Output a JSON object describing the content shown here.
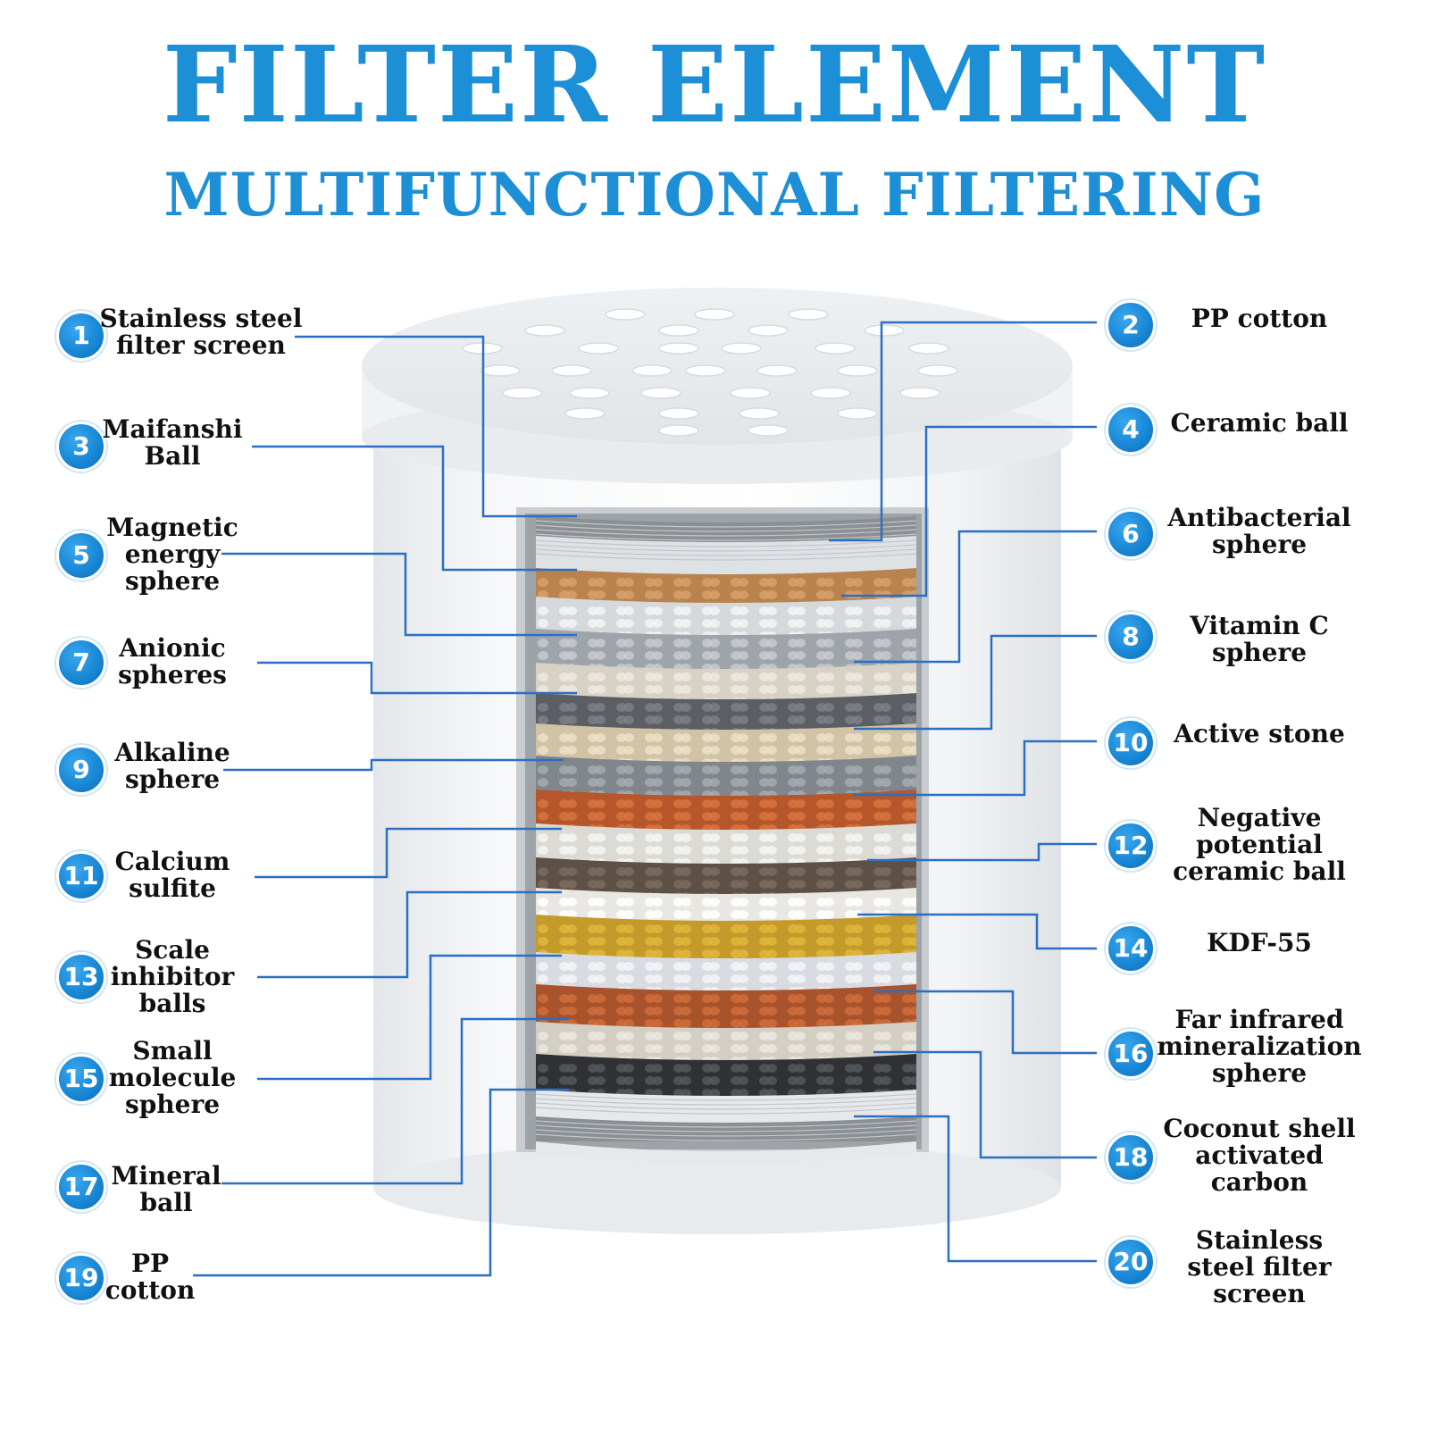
{
  "title": "FILTER ELEMENT",
  "subtitle": "MULTIFUNCTIONAL FILTERING",
  "layers": [
    {
      "number": "1",
      "name": "Stainless steel\nfilter screen"
    },
    {
      "number": "2",
      "name": "PP cotton"
    },
    {
      "number": "3",
      "name": "Maifanshi\nBall"
    },
    {
      "number": "4",
      "name": "Ceramic ball"
    },
    {
      "number": "5",
      "name": "Magnetic\nenergy\nsphere"
    },
    {
      "number": "6",
      "name": "Antibacterial\nsphere"
    },
    {
      "number": "7",
      "name": "Anionic\nspheres"
    },
    {
      "number": "8",
      "name": "Vitamin C\nsphere"
    },
    {
      "number": "9",
      "name": "Alkaline\nsphere"
    },
    {
      "number": "10",
      "name": "Active stone"
    },
    {
      "number": "11",
      "name": "Calcium\nsulfite"
    },
    {
      "number": "12",
      "name": "Negative\npotential\nceramic ball"
    },
    {
      "number": "13",
      "name": "Scale\ninhibitor\nballs"
    },
    {
      "number": "14",
      "name": "KDF-55"
    },
    {
      "number": "15",
      "name": "Small\nmolecule\nsphere"
    },
    {
      "number": "16",
      "name": "Far infrared\nmineralization\nsphere"
    },
    {
      "number": "17",
      "name": "Mineral\nball"
    },
    {
      "number": "18",
      "name": "Coconut shell\nactivated\ncarbon"
    },
    {
      "number": "19",
      "name": "PP\ncotton"
    },
    {
      "number": "20",
      "name": "Stainless\nsteel filter\nscreen"
    }
  ],
  "colors": {
    "accent": "#1c8fd6",
    "leader_line": "#2a6fc4",
    "cartridge": "#eef0f2"
  }
}
